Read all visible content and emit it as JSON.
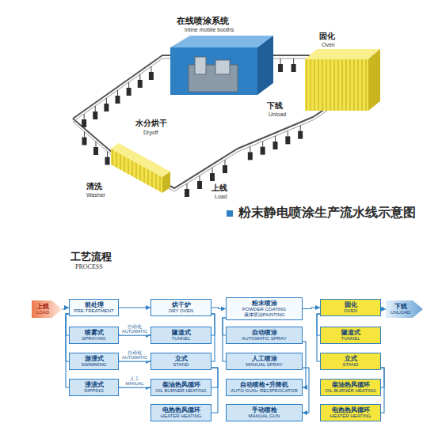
{
  "diagram": {
    "title": "粉末静电喷涂生产流水线示意图",
    "nodes": [
      {
        "text": [
          "上线",
          "LOAD"
        ]
      },
      {
        "text": [
          "前处理",
          "PRE-TREATMENT"
        ]
      },
      {
        "text": [
          "喷雾式",
          "SPRAYING"
        ]
      },
      {
        "text": [
          "游浸式",
          "SWIMMING"
        ]
      },
      {
        "text": [
          "浸渍式",
          "DIPPING"
        ]
      },
      {
        "text": [
          "烘干炉",
          "DRY OVEN"
        ]
      },
      {
        "text": [
          "隧道式",
          "TUNNEL"
        ]
      },
      {
        "text": [
          "立式",
          "STAND"
        ]
      },
      {
        "text": [
          "柴油热风循环",
          "OIL BURNER HEATING"
        ]
      },
      {
        "text": [
          "电热热风循环",
          "HEATER HEATING"
        ]
      },
      {
        "text": [
          "粉末喷涂",
          "POWDER COATING",
          "液体喷涂PAINTING"
        ]
      },
      {
        "text": [
          "自动喷涂",
          "AUTOMATIC SPRAY"
        ]
      },
      {
        "text": [
          "人工喷涂",
          "MANUAL SPRAY"
        ]
      },
      {
        "text": [
          "自动喷枪+升降机",
          "AUTO GUN+ RECIPROCATOR"
        ]
      },
      {
        "text": [
          "手动喷枪",
          "MANUAL GUN"
        ]
      },
      {
        "text": [
          "固化",
          "OVEN"
        ]
      },
      {
        "text": [
          "隧道式",
          "TUNNEL"
        ]
      },
      {
        "text": [
          "立式",
          "STAND"
        ]
      },
      {
        "text": [
          "柴油热风循环",
          "OIL BURNER HEATING"
        ]
      },
      {
        "text": [
          "电热热风循环",
          "HEATER HEATING"
        ]
      },
      {
        "text": [
          "下线",
          "UNLOAD"
        ]
      }
    ],
    "edges": [
      {
        "from": 0,
        "to": 1,
        "arrow": "to"
      },
      {
        "from": 1,
        "to": 5,
        "arrow": "to"
      },
      {
        "from": 5,
        "to": 10,
        "arrow": "to"
      },
      {
        "from": 10,
        "to": 15,
        "arrow": "to"
      },
      {
        "from": 15,
        "to": 20,
        "arrow": "to"
      },
      {
        "from": 1,
        "to": 2,
        "arrow": "none"
      },
      {
        "from": 1,
        "to": 3,
        "arrow": "none"
      },
      {
        "from": 1,
        "to": 4,
        "arrow": "none"
      },
      {
        "from": 5,
        "to": 6,
        "arrow": "none"
      },
      {
        "from": 5,
        "to": 7,
        "arrow": "none"
      },
      {
        "from": 7,
        "to": 8,
        "arrow": "none"
      },
      {
        "from": 7,
        "to": 9,
        "arrow": "none"
      },
      {
        "from": 10,
        "to": 11,
        "arrow": "none"
      },
      {
        "from": 10,
        "to": 12,
        "arrow": "none"
      },
      {
        "from": 11,
        "to": 13,
        "arrow": "to"
      },
      {
        "from": 12,
        "to": 14,
        "arrow": "to"
      },
      {
        "from": 15,
        "to": 16,
        "arrow": "none"
      },
      {
        "from": 15,
        "to": 17,
        "arrow": "none"
      },
      {
        "from": 17,
        "to": 18,
        "arrow": "none"
      },
      {
        "from": 17,
        "to": 19,
        "arrow": "none"
      },
      {
        "from": 2,
        "to": 6,
        "label": "自动化 AUTOMATIC",
        "arrow": "to"
      },
      {
        "from": 3,
        "to": 7,
        "label": "自动化 AUTOMATIC",
        "arrow": "to"
      },
      {
        "from": 4,
        "to": 8,
        "label": "人工 MANUAL",
        "arrow": "to"
      }
    ],
    "labels": [
      "在线喷涂系统",
      "Inline mobile booths",
      "固化",
      "Oven",
      "水分烘干",
      "Dryoff",
      "下线",
      "Unload",
      "上线",
      "Load",
      "清洗",
      "Washer",
      "工艺流程",
      "PROCESS"
    ]
  }
}
